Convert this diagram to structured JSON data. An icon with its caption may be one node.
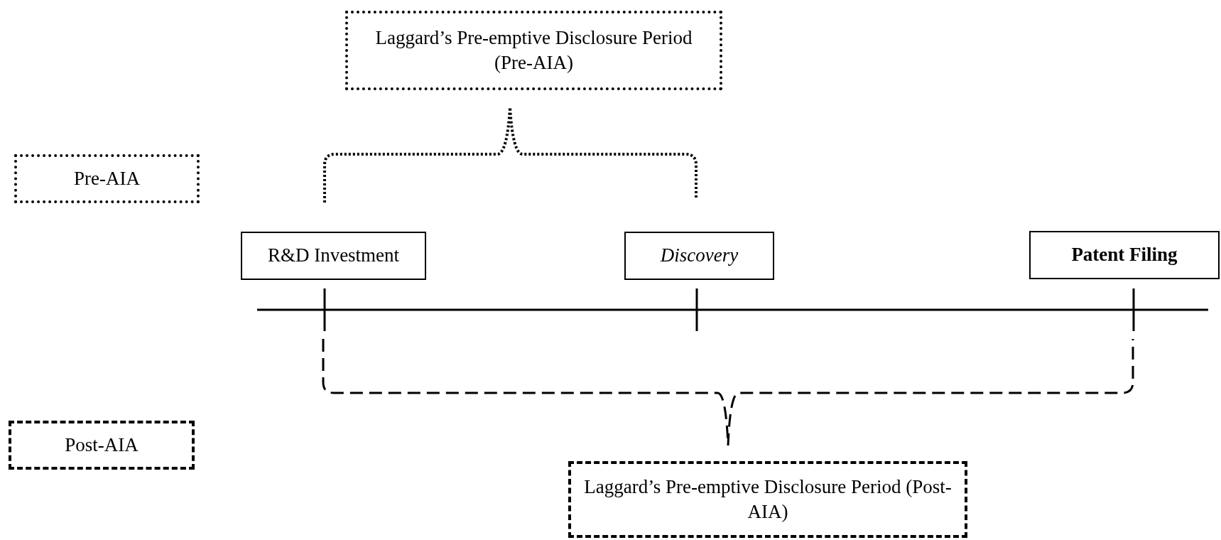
{
  "diagram": {
    "nodes": [
      {
        "text": [
          "Laggard’s Pre-emptive Disclosure Period (Pre-AIA)"
        ]
      },
      {
        "text": [
          "Pre-AIA"
        ]
      },
      {
        "text": [
          "R&D Investment"
        ]
      },
      {
        "text": [
          "Discovery"
        ]
      },
      {
        "text": [
          "Patent Filing"
        ]
      },
      {
        "text": [
          "Post-AIA"
        ]
      },
      {
        "text": [
          "Laggard’s Pre-emptive Disclosure Period (Post-AIA)"
        ]
      }
    ]
  }
}
